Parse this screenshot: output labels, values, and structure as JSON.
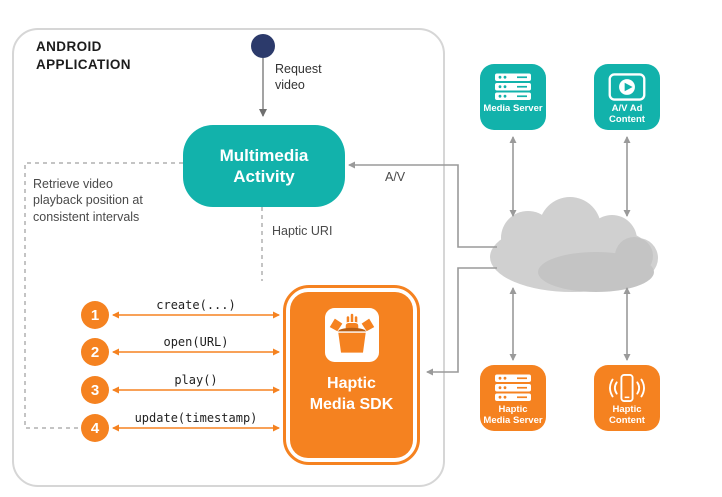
{
  "colors": {
    "teal": "#12b2ab",
    "orange": "#f58220",
    "navy": "#2c3a6b",
    "cloud_gray": "#d0d0d0",
    "arrow_gray": "#9a9a9a"
  },
  "android_app": {
    "title": "ANDROID\nAPPLICATION"
  },
  "flow": {
    "request_video_label": "Request\nvideo",
    "retrieve_note": "Retrieve video\nplayback position at\nconsistent intervals",
    "haptic_uri_label": "Haptic URI",
    "av_label": "A/V"
  },
  "nodes": {
    "multimedia_activity": "Multimedia\nActivity",
    "haptic_sdk": "Haptic\nMedia SDK"
  },
  "api_calls": [
    {
      "num": "1",
      "label": "create(...)"
    },
    {
      "num": "2",
      "label": "open(URL)"
    },
    {
      "num": "3",
      "label": "play()"
    },
    {
      "num": "4",
      "label": "update(timestamp)"
    }
  ],
  "services": [
    {
      "label": "Media Server",
      "icon": "server-icon"
    },
    {
      "label": "A/V Ad\nContent",
      "icon": "av-play-icon"
    },
    {
      "label": "Haptic\nMedia Server",
      "icon": "server-icon"
    },
    {
      "label": "Haptic\nContent",
      "icon": "haptic-phone-icon"
    }
  ]
}
